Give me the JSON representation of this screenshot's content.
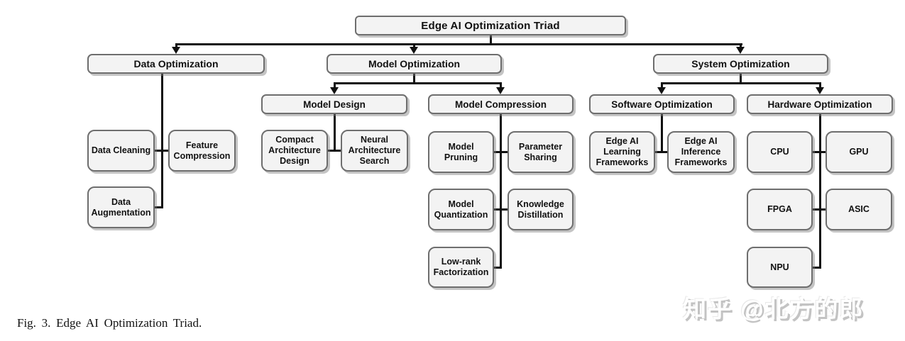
{
  "tree": {
    "root": {
      "label": "Edge AI Optimization Triad",
      "children": [
        {
          "label": "Data Optimization",
          "children": [
            {
              "label": "Data Cleaning"
            },
            {
              "label": "Feature Compression"
            },
            {
              "label": "Data Augmentation"
            }
          ]
        },
        {
          "label": "Model Optimization",
          "children": [
            {
              "label": "Model Design",
              "children": [
                {
                  "label": "Compact Architecture Design"
                },
                {
                  "label": "Neural Architecture Search"
                }
              ]
            },
            {
              "label": "Model Compression",
              "children": [
                {
                  "label": "Model Pruning"
                },
                {
                  "label": "Parameter Sharing"
                },
                {
                  "label": "Model Quantization"
                },
                {
                  "label": "Knowledge Distillation"
                },
                {
                  "label": "Low-rank Factorization"
                }
              ]
            }
          ]
        },
        {
          "label": "System Optimization",
          "children": [
            {
              "label": "Software Optimization",
              "children": [
                {
                  "label": "Edge AI Learning Frameworks"
                },
                {
                  "label": "Edge AI Inference Frameworks"
                }
              ]
            },
            {
              "label": "Hardware Optimization",
              "children": [
                {
                  "label": "CPU"
                },
                {
                  "label": "GPU"
                },
                {
                  "label": "FPGA"
                },
                {
                  "label": "ASIC"
                },
                {
                  "label": "NPU"
                }
              ]
            }
          ]
        }
      ]
    }
  },
  "caption": "Fig. 3.  Edge AI Optimization Triad.",
  "watermark": "知乎 @北方的郎",
  "colors": {
    "box_fill": "#f3f3f3",
    "box_border": "#6e6e6e",
    "line": "#111111",
    "watermark_shadow": "#c3c3c3"
  }
}
